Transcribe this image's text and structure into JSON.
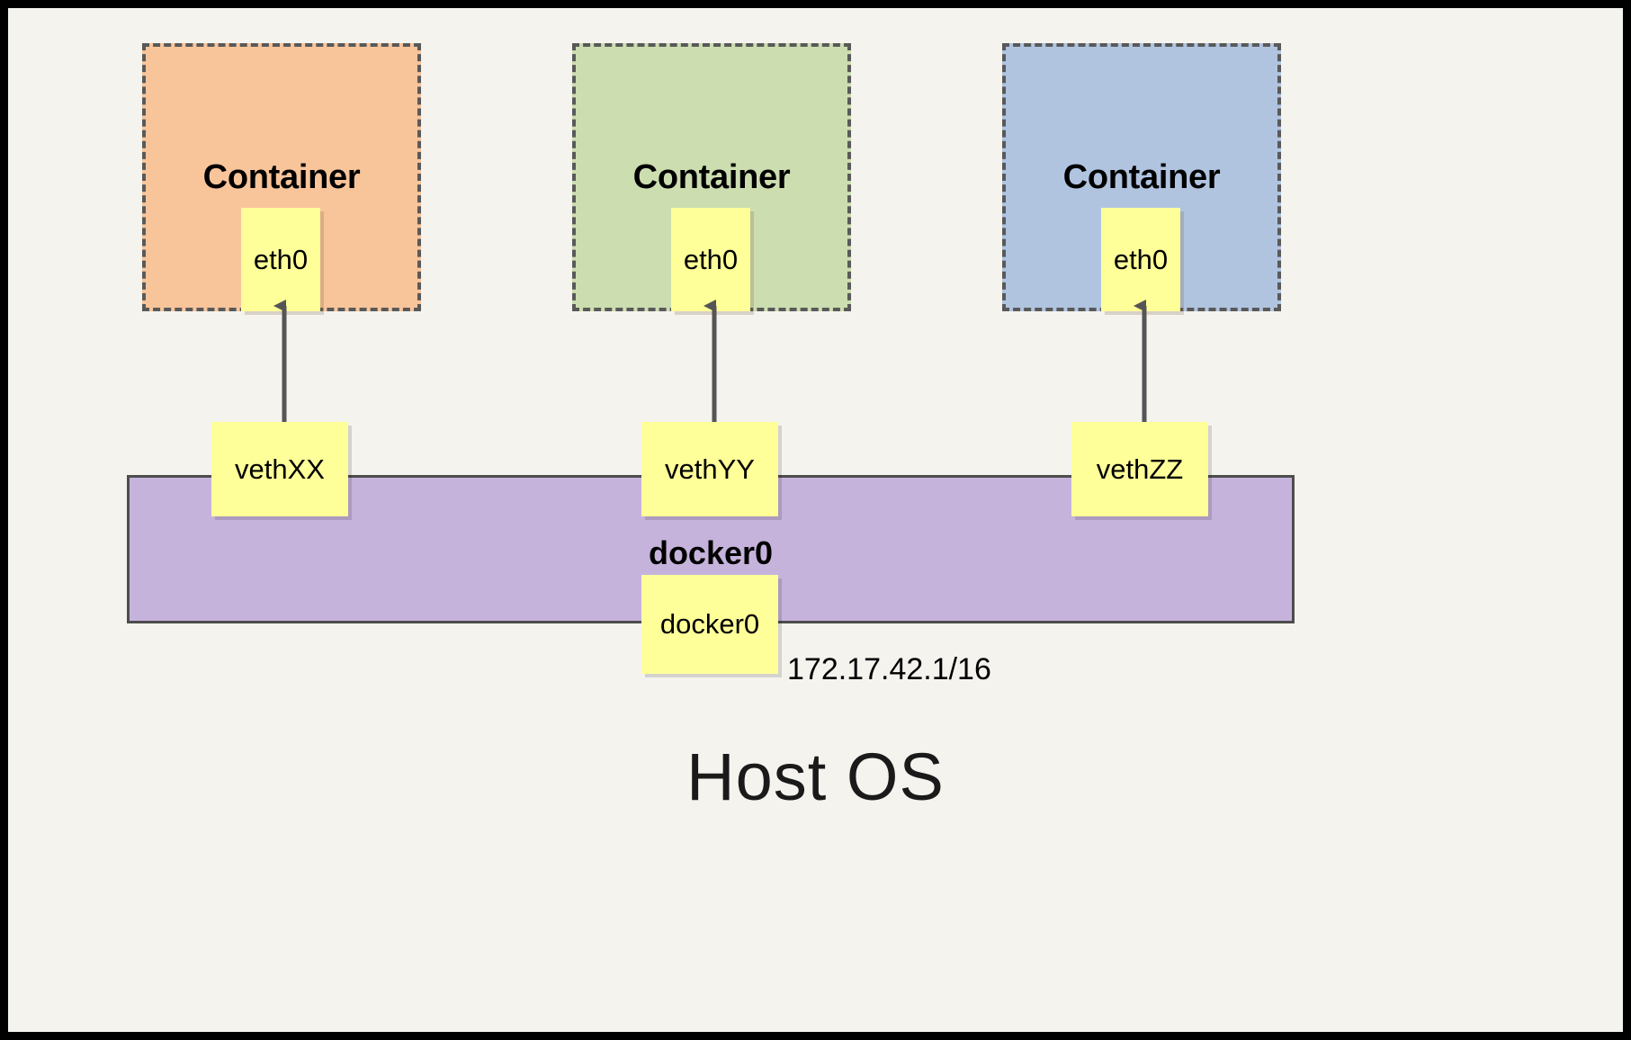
{
  "diagram": {
    "title_bottom": "Host OS",
    "bridge": {
      "name": "docker0",
      "chip_label": "docker0",
      "ip": "172.17.42.1/16",
      "fill_color": "#c6b3dc",
      "border_color": "#4d4d4d"
    },
    "containers": [
      {
        "label": "Container",
        "iface": "eth0",
        "veth": "vethXX",
        "fill_color": "#f8c49a",
        "border_color": "#595959"
      },
      {
        "label": "Container",
        "iface": "eth0",
        "veth": "vethYY",
        "fill_color": "#ccddb0",
        "border_color": "#595959"
      },
      {
        "label": "Container",
        "iface": "eth0",
        "veth": "vethZZ",
        "fill_color": "#b0c4e0",
        "border_color": "#595959"
      }
    ],
    "chip_color": "#ffff99",
    "arrow_color": "#555555",
    "background_color": "#f4f3ee",
    "frame_color": "#000000",
    "arrows": [
      {
        "name": "eth0-to-vethXX",
        "direction": "bidirectional"
      },
      {
        "name": "eth0-to-vethYY",
        "direction": "bidirectional"
      },
      {
        "name": "eth0-to-vethZZ",
        "direction": "bidirectional"
      }
    ]
  }
}
